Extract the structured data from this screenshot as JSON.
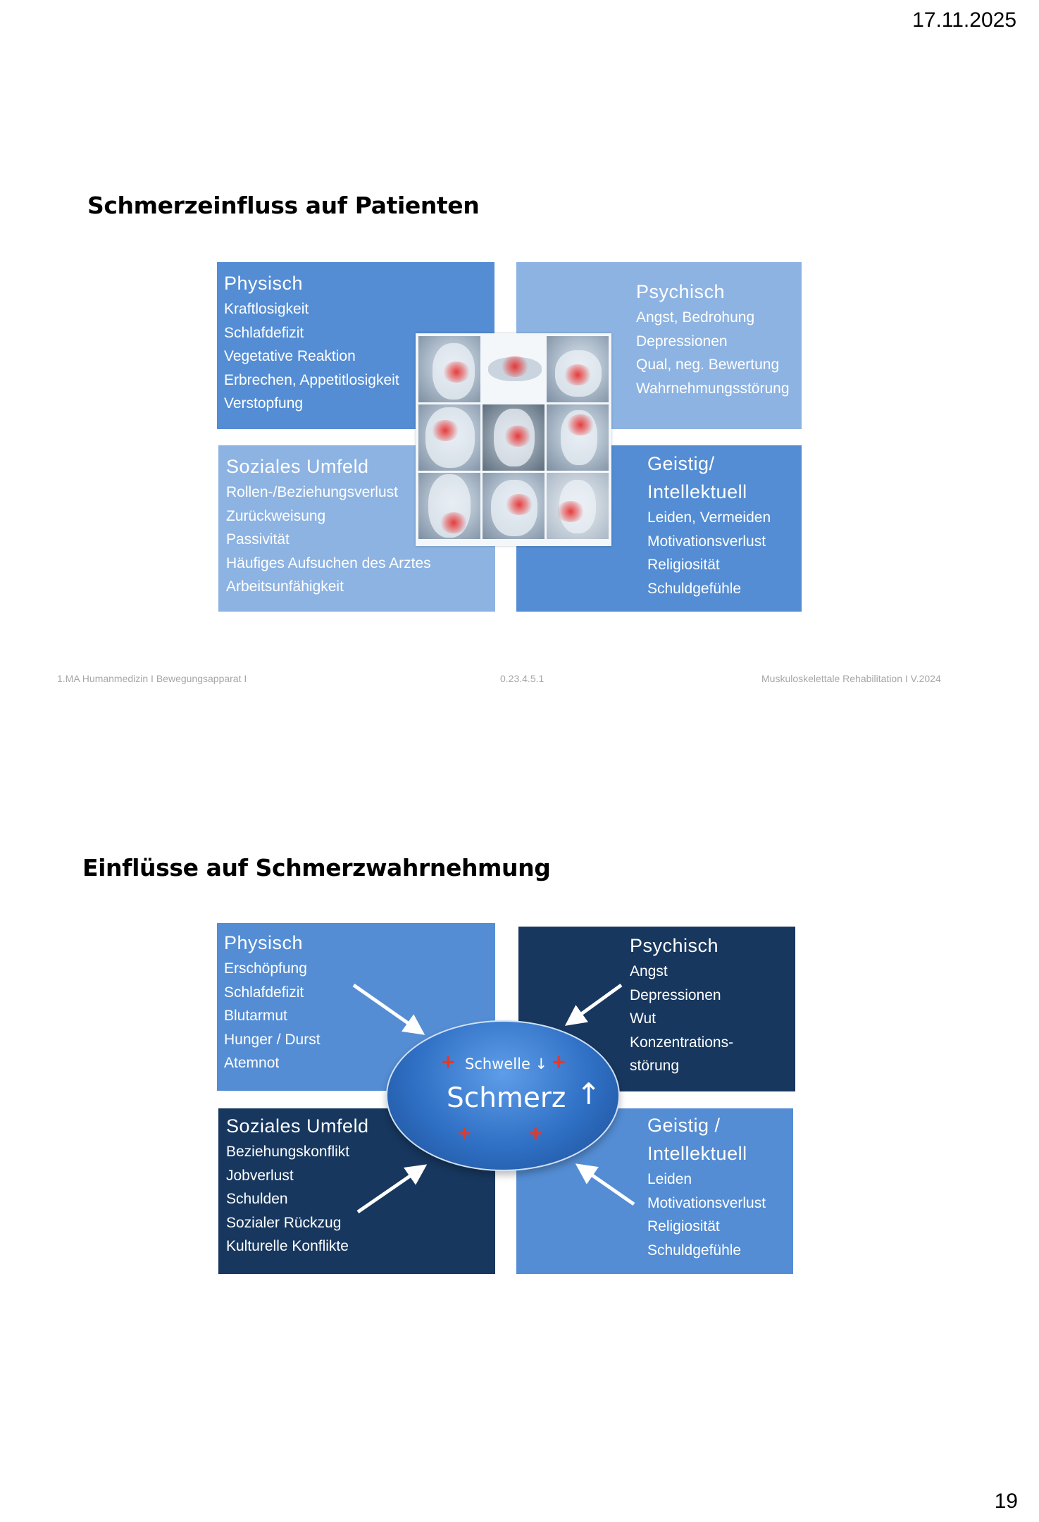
{
  "header": {
    "date": "17.11.2025"
  },
  "page_number": "19",
  "slide1": {
    "title": "Schmerzeinfluss auf Patienten",
    "physisch": {
      "heading": "Physisch",
      "items": [
        "Kraftlosigkeit",
        "Schlafdefizit",
        "Vegetative Reaktion",
        "Erbrechen, Appetitlosigkeit",
        "Verstopfung"
      ]
    },
    "psychisch": {
      "heading": "Psychisch",
      "items": [
        "Angst, Bedrohung",
        "Depressionen",
        "Qual, neg. Bewertung",
        "Wahrnehmungsstörung"
      ]
    },
    "sozial": {
      "heading": "Soziales Umfeld",
      "items": [
        "Rollen-/Beziehungsverlust",
        "Zurückweisung",
        "Passivität",
        "Häufiges Aufsuchen des Arztes",
        "Arbeitsunfähigkeit"
      ]
    },
    "geistig": {
      "heading_1": "Geistig/",
      "heading_2": "Intellektuell",
      "items": [
        "Leiden, Vermeiden",
        "Motivationsverlust",
        "Religiosität",
        "Schuldgefühle"
      ]
    },
    "footer": {
      "left": "1.MA Humanmedizin  I  Bewegungsapparat  I",
      "center": "0.23.4.5.1",
      "right": "Muskuloskelettale Rehabilitation  I V.2024"
    }
  },
  "slide2": {
    "title": "Einflüsse auf Schmerzwahrnehmung",
    "physisch": {
      "heading": "Physisch",
      "items": [
        "Erschöpfung",
        "Schlafdefizit",
        "Blutarmut",
        "Hunger / Durst",
        "Atemnot"
      ]
    },
    "psychisch": {
      "heading": "Psychisch",
      "items": [
        "Angst",
        "Depressionen",
        "Wut",
        "Konzentrations-",
        "störung"
      ]
    },
    "sozial": {
      "heading": "Soziales Umfeld",
      "items": [
        "Beziehungskonflikt",
        "Jobverlust",
        "Schulden",
        "Sozialer Rückzug",
        "Kulturelle Konflikte"
      ]
    },
    "geistig": {
      "heading_1": "Geistig /",
      "heading_2": "Intellektuell",
      "items": [
        "Leiden",
        "Motivationsverlust",
        "Religiosität",
        "Schuldgefühle"
      ]
    },
    "center": {
      "threshold": "Schwelle ↓",
      "pain": "Schmerz",
      "up_arrow": "↑",
      "plus": "+"
    }
  },
  "colors": {
    "mid_blue": "#548dd4",
    "light_blue": "#8db3e2",
    "dark_navy": "#17375e",
    "plus_red": "#e03a2f"
  }
}
